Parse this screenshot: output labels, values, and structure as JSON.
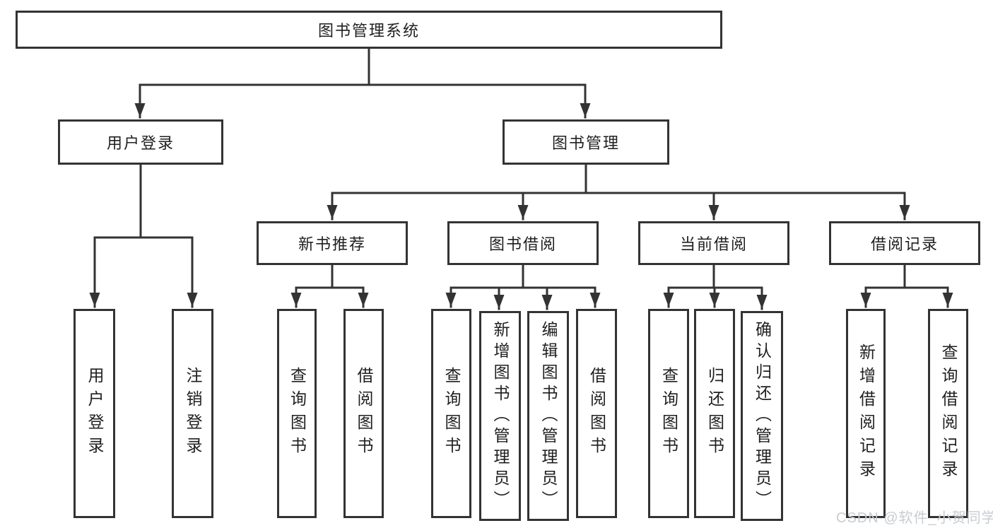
{
  "diagram_title": "图书管理系统",
  "nodes": {
    "root": {
      "label": "图书管理系统"
    },
    "level2": [
      {
        "label": "用户登录"
      },
      {
        "label": "图书管理"
      }
    ],
    "level3": [
      {
        "label": "新书推荐",
        "parent": "图书管理"
      },
      {
        "label": "图书借阅",
        "parent": "图书管理"
      },
      {
        "label": "当前借阅",
        "parent": "图书管理"
      },
      {
        "label": "借阅记录",
        "parent": "图书管理"
      }
    ],
    "leaves": [
      {
        "label": "用户登录",
        "parent": "用户登录"
      },
      {
        "label": "注销登录",
        "parent": "用户登录"
      },
      {
        "label": "查询图书",
        "parent": "新书推荐"
      },
      {
        "label": "借阅图书",
        "parent": "新书推荐"
      },
      {
        "label": "查询图书",
        "parent": "图书借阅"
      },
      {
        "label": "新增图书（管理员）",
        "parent": "图书借阅"
      },
      {
        "label": "编辑图书（管理员）",
        "parent": "图书借阅"
      },
      {
        "label": "借阅图书",
        "parent": "图书借阅"
      },
      {
        "label": "查询图书",
        "parent": "当前借阅"
      },
      {
        "label": "归还图书",
        "parent": "当前借阅"
      },
      {
        "label": "确认归还（管理员）",
        "parent": "当前借阅"
      },
      {
        "label": "新增借阅记录",
        "parent": "借阅记录"
      },
      {
        "label": "查询借阅记录",
        "parent": "借阅记录"
      }
    ]
  },
  "watermark": {
    "text": "CSDN @软件_小贺同学"
  },
  "colors": {
    "line": "#333333",
    "box_border": "#333333",
    "text": "#1f1f1f",
    "watermark": "#c9ccd0",
    "background": "#ffffff"
  }
}
